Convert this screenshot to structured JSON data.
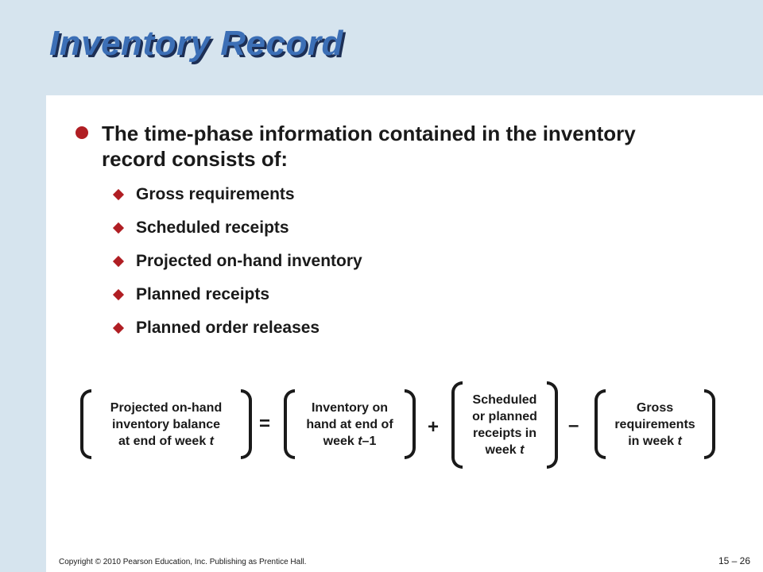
{
  "slide": {
    "title": "Inventory Record",
    "main_bullet": "The time-phase information contained in the inventory record consists of:",
    "sub_bullets": [
      "Gross requirements",
      "Scheduled receipts",
      "Projected on-hand inventory",
      "Planned receipts",
      "Planned order releases"
    ],
    "formula": {
      "term1_lines": [
        "Projected on-hand",
        "inventory balance",
        "at end of week "
      ],
      "term1_var": "t",
      "op_equals": "=",
      "term2_lines": [
        "Inventory on",
        "hand at end of",
        "week "
      ],
      "term2_var": "t",
      "term2_suffix": "–1",
      "op_plus": "+",
      "term3_lines": [
        "Scheduled",
        "or planned",
        "receipts in",
        "week "
      ],
      "term3_var": "t",
      "op_minus": "–",
      "term4_lines": [
        "Gross",
        "requirements",
        "in week "
      ],
      "term4_var": "t"
    }
  },
  "footer": {
    "copyright": "Copyright © 2010 Pearson Education, Inc. Publishing as Prentice Hall.",
    "page": "15 – 26"
  },
  "colors": {
    "title_blue": "#3c6fb6",
    "bullet_red": "#b01e23",
    "band_blue": "#d6e4ee"
  }
}
